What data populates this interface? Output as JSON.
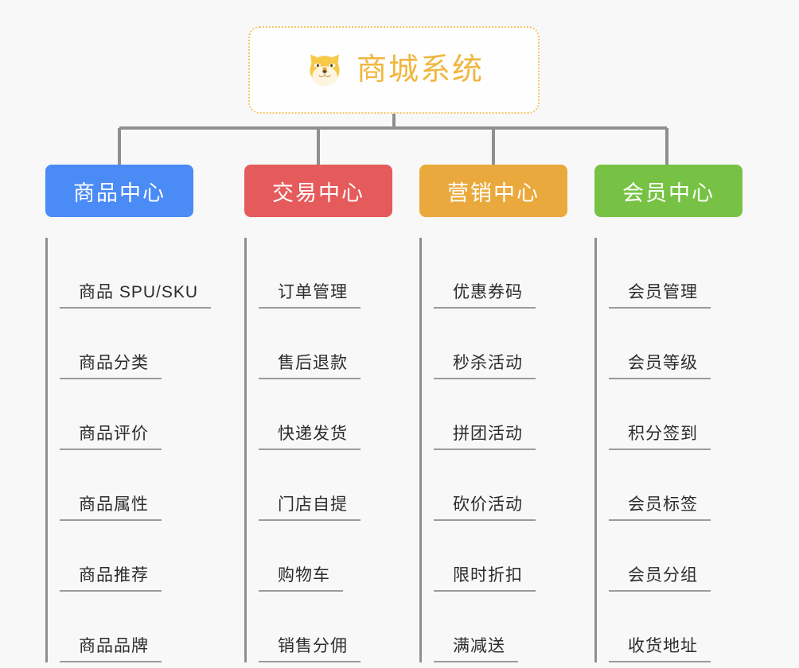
{
  "root": {
    "title": "商城系统",
    "icon": "shiba-dog-icon",
    "border_color": "#f3c567",
    "text_color": "#f0b63f"
  },
  "theme": {
    "background": "#f8f8f8",
    "connector_color": "#8f8f8f",
    "leaf_text_color": "#2c2c2c",
    "leaf_rule_color": "#9a9a9a"
  },
  "columns": [
    {
      "label": "商品中心",
      "color": "#4a8bf5",
      "items": [
        "商品 SPU/SKU",
        "商品分类",
        "商品评价",
        "商品属性",
        "商品推荐",
        "商品品牌"
      ]
    },
    {
      "label": "交易中心",
      "color": "#e55b5b",
      "items": [
        "订单管理",
        "售后退款",
        "快递发货",
        "门店自提",
        "购物车",
        "销售分佣"
      ]
    },
    {
      "label": "营销中心",
      "color": "#eaa93c",
      "items": [
        "优惠券码",
        "秒杀活动",
        "拼团活动",
        "砍价活动",
        "限时折扣",
        "满减送"
      ]
    },
    {
      "label": "会员中心",
      "color": "#77c244",
      "items": [
        "会员管理",
        "会员等级",
        "积分签到",
        "会员标签",
        "会员分组",
        "收货地址"
      ]
    }
  ]
}
